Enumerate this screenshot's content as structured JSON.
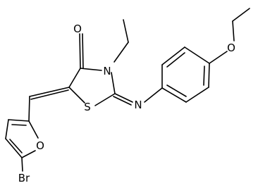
{
  "molecule": {
    "atoms": {
      "O_carbonyl": "O",
      "N_ring": "N",
      "S_ring": "S",
      "N_imine": "N",
      "O_furan": "O",
      "O_ether": "O",
      "Br": "Br"
    },
    "colors": {
      "bond": "#000000",
      "label": "#000000",
      "background": "#ffffff"
    }
  }
}
